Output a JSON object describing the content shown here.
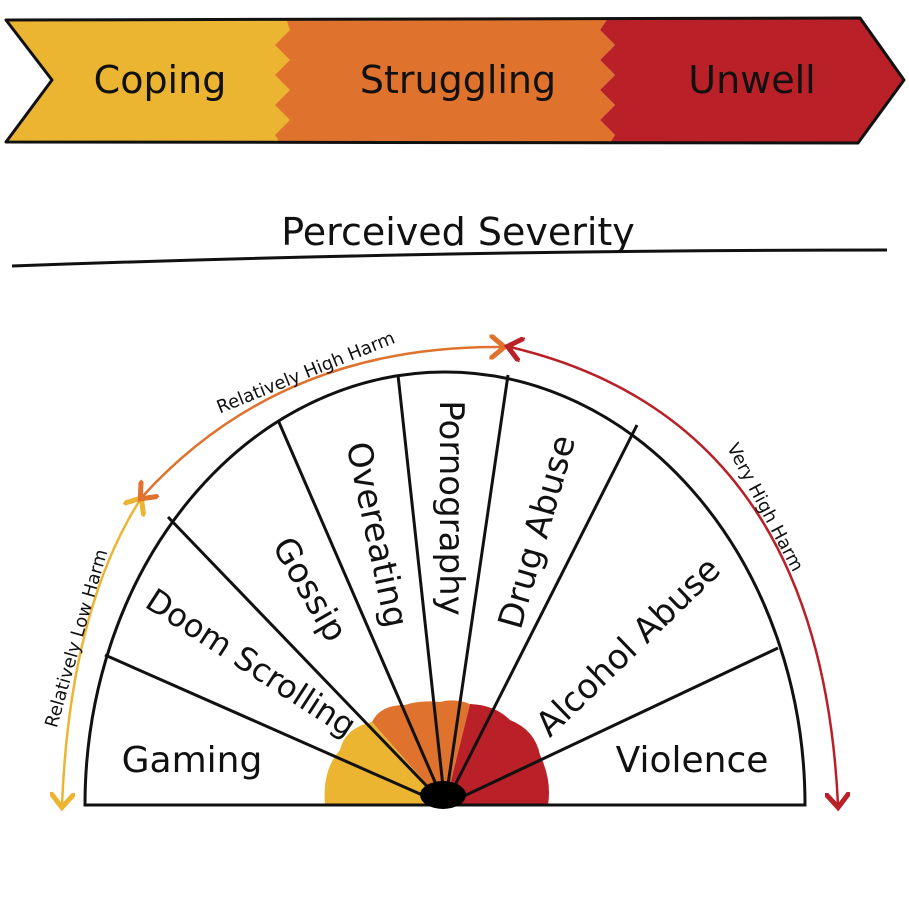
{
  "banner": {
    "stages": [
      "Coping",
      "Struggling",
      "Unwell"
    ],
    "colors": {
      "coping": "#EBB532",
      "struggling": "#DF722D",
      "unwell": "#B92027"
    }
  },
  "title": "Perceived Severity",
  "harm_levels": {
    "low": "Relatively Low Harm",
    "high": "Relatively High Harm",
    "very_high": "Very High Harm"
  },
  "segments": [
    "Gaming",
    "Doom Scrolling",
    "Gossip",
    "Overeating",
    "Pornography",
    "Drug Abuse",
    "Alcohol Abuse",
    "Violence"
  ]
}
